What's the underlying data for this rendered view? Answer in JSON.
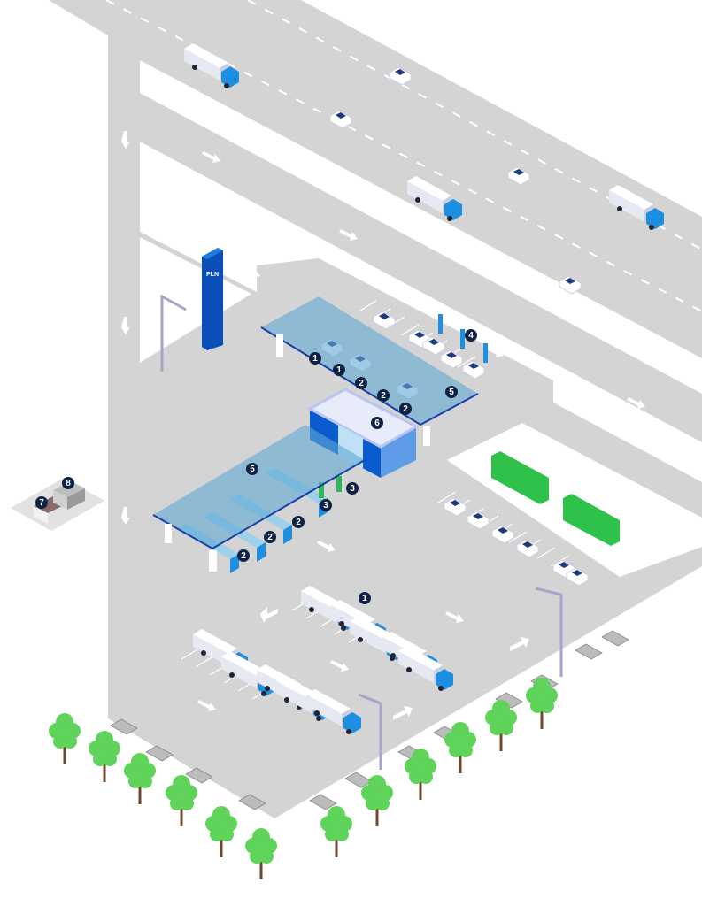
{
  "scene": {
    "sign_logo": "PLN",
    "markers": [
      "1",
      "1",
      "1",
      "2",
      "2",
      "2",
      "2",
      "2",
      "2",
      "3",
      "3",
      "4",
      "5",
      "5",
      "6",
      "7",
      "8"
    ]
  },
  "colors": {
    "ground": "#d3d3d3",
    "canopy": "#5fa8d3",
    "canopy_edge": "#1a3fa8",
    "brand_blue": "#0a5bd0",
    "marker": "#0d2244",
    "tree": "#5fd35a",
    "hedge": "#2fc24a"
  }
}
